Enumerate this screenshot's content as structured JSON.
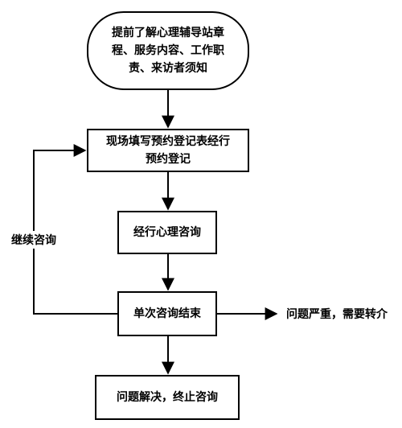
{
  "nodes": {
    "start_line1": "提前了解心理辅导站章",
    "start_line2": "程、服务内容、工作职",
    "start_line3": "责、来访者须知",
    "register_line1": "现场填写预约登记表经行",
    "register_line2": "预约登记",
    "consult": "经行心理咨询",
    "session_end": "单次咨询结束",
    "resolved": "问题解决，终止咨询"
  },
  "labels": {
    "continue": "继续咨询",
    "refer": "问题严重，需要转介"
  },
  "colors": {
    "stroke": "#000000",
    "background": "#ffffff"
  }
}
